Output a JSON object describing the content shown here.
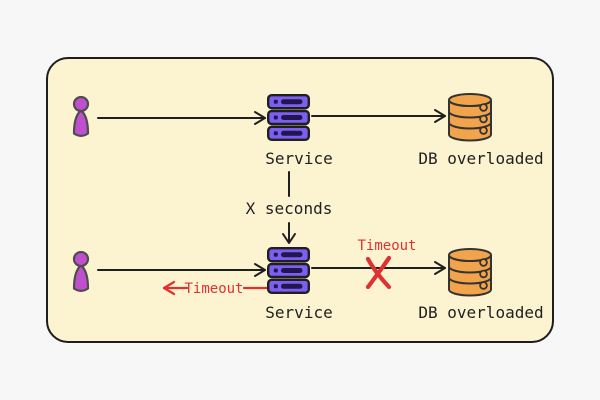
{
  "colors": {
    "page-bg": "#f7f7f7",
    "panel-fill": "#fcf3d1",
    "panel-stroke": "#1e1e1e",
    "ink": "#1f1f1f",
    "accent-purple": "#7c5ff0",
    "accent-purple-dark": "#221650",
    "accent-magenta": "#c04fd0",
    "magenta-stroke": "#4d4d4d",
    "accent-orange": "#f2a44c",
    "orange-stroke": "#333333",
    "accent-red": "#e03131"
  },
  "diagram": {
    "top_flow": {
      "service_label": "Service",
      "db_label": "DB overloaded"
    },
    "delay": {
      "label": "X seconds"
    },
    "bottom_flow": {
      "service_label": "Service",
      "db_label": "DB overloaded",
      "timeout_return_label": "Timeout",
      "timeout_blocked_label": "Timeout"
    }
  }
}
